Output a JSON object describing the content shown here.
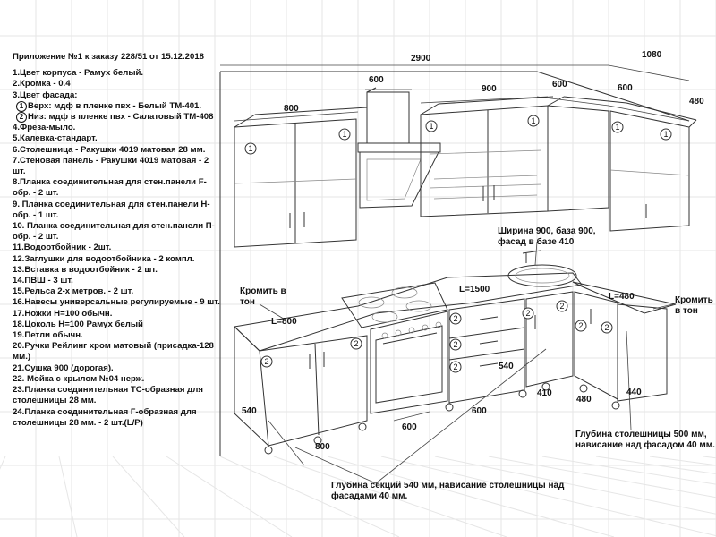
{
  "spec": {
    "title": "Приложение №1 к заказу 228/51 от 15.12.2018",
    "items": [
      "1.Цвет корпуса - Рамух белый.",
      "2.Кромка - 0.4",
      "3.Цвет фасада:",
      "Верх: мдф в пленке пвх - Белый ТМ-401.",
      "Низ: мдф в пленке пвх - Салатовый ТМ-408",
      "4.Фреза-мыло.",
      "5.Калевка-стандарт.",
      "6.Столешница - Ракушки 4019 матовая 28 мм.",
      "7.Стеновая панель - Ракушки 4019 матовая - 2 шт.",
      "8.Планка соединительная для стен.панели F-обр. - 2 шт.",
      "9. Планка соединительная для стен.панели Н-обр. - 1 шт.",
      "10. Планка соединительная для стен.панели П-обр. - 2 шт.",
      "11.Водоотбойник - 2шт.",
      "12.Заглушки для водоотбойника - 2 компл.",
      "13.Вставка в водоотбойник - 2 шт.",
      "14.ПВШ - 3 шт.",
      "15.Рельса 2-х метров. - 2 шт.",
      "16.Навесы универсальные регулируемые - 9 шт.",
      "17.Ножки Н=100 обычн.",
      "18.Цоколь Н=100 Рамух белый",
      "19.Петли обычн.",
      "20.Ручки Рейлинг хром матовый (присадка-128 мм.)",
      "21.Сушка 900 (дорогая).",
      "22. Мойка с крылом №04 нерж.",
      "23.Планка соединительная ТС-образная для столешницы 28 мм.",
      "24.Планка соединительная Г-образная для столешницы 28 мм. - 2 шт.(L/P)"
    ],
    "circle_1": "1",
    "circle_2": "2"
  },
  "dims": {
    "d2900": "2900",
    "d1080": "1080",
    "d800top": "800",
    "d600hood": "600",
    "d900": "900",
    "d600a": "600",
    "d600b": "600",
    "d480top": "480",
    "d540left": "540",
    "d800bottom": "800",
    "d600oven": "600",
    "d600drawers": "600",
    "d540drawers": "540",
    "d410": "410",
    "d480bottom": "480",
    "d440": "440"
  },
  "labels": {
    "edge_left": "Кромить в тон",
    "edge_right": "Кромить в тон",
    "l800": "L=800",
    "l1500": "L=1500",
    "l480": "L=480",
    "sink_note": "Ширина 900, база 900, фасад в базе 410",
    "depth_main": "Глубина секций 540 мм, нависание столешницы над фасадами 40 мм.",
    "depth_right": "Глубина столешницы 500 мм, нависание над фасадом 40 мм."
  },
  "markers": {
    "top_left_a": "1",
    "top_left_b": "1",
    "top_mid_a": "1",
    "top_mid_b": "1",
    "top_right_a": "1",
    "top_right_b": "1",
    "bot_a": "2",
    "bot_b": "2",
    "bot_c": "2",
    "bot_d": "2",
    "bot_e": "2",
    "bot_f": "2",
    "bot_g": "2",
    "bot_h": "2",
    "bot_i": "2"
  }
}
